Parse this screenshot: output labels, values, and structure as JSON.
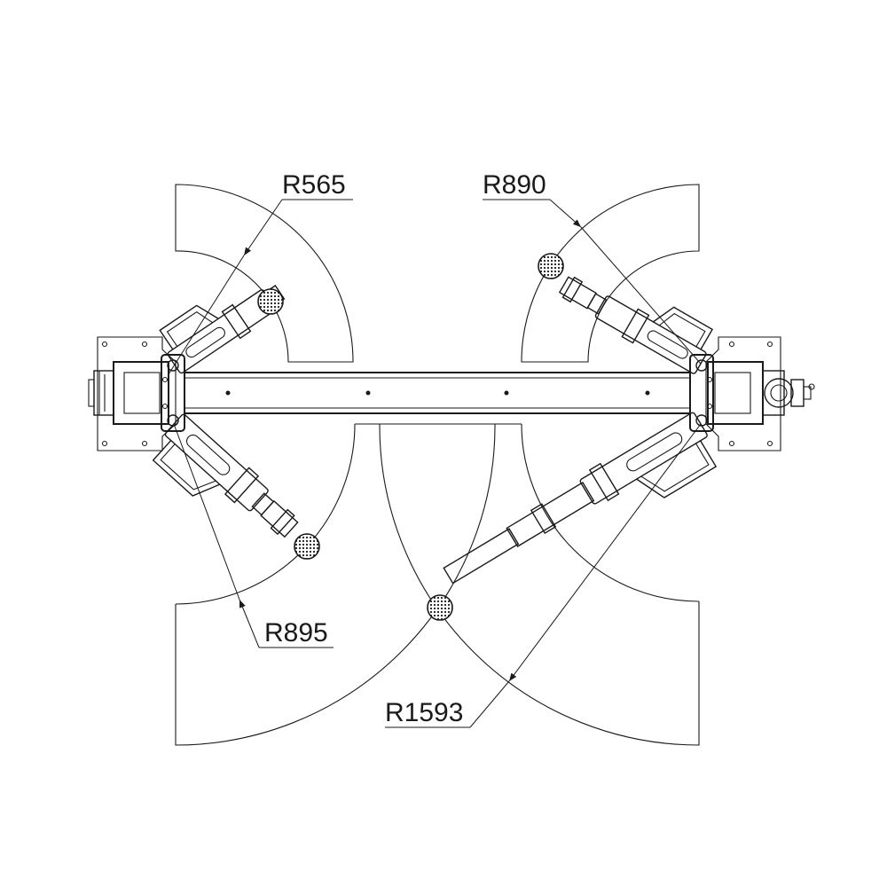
{
  "dimensions": [
    {
      "id": "front-left-arm-radius",
      "label": "R565"
    },
    {
      "id": "front-right-arm-radius",
      "label": "R890"
    },
    {
      "id": "rear-left-arm-radius",
      "label": "R895"
    },
    {
      "id": "rear-right-arm-radius",
      "label": "R1593"
    }
  ],
  "colors": {
    "line": "#1a1a1a",
    "background": "#ffffff"
  }
}
